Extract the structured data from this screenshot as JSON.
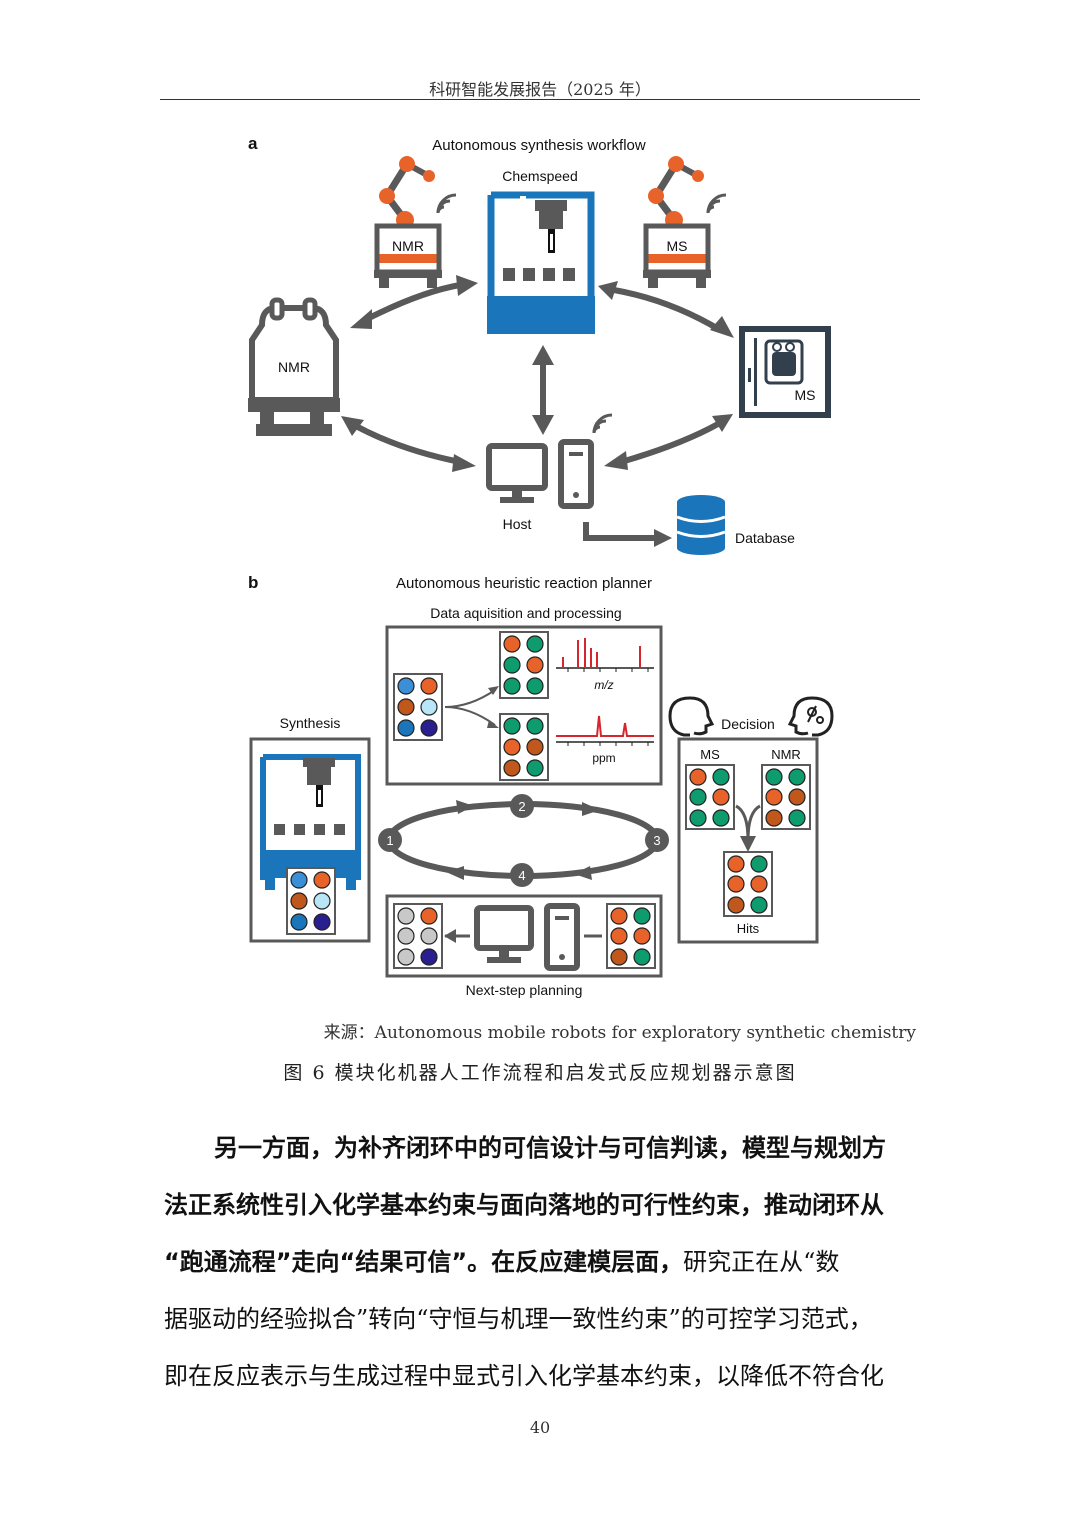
{
  "header": {
    "title": "科研智能发展报告（2025 年）"
  },
  "figure": {
    "panel_a": {
      "letter": "a",
      "title": "Autonomous synthesis workflow",
      "chemspeed": "Chemspeed",
      "nmr_robot": "NMR",
      "ms_robot": "MS",
      "nmr_instrument": "NMR",
      "ms_instrument": "MS",
      "host": "Host",
      "database": "Database"
    },
    "panel_b": {
      "letter": "b",
      "title": "Autonomous heuristic reaction planner",
      "data_title": "Data aquisition and processing",
      "mz": "m/z",
      "ppm": "ppm",
      "synthesis": "Synthesis",
      "decision": "Decision",
      "ms": "MS",
      "nmr": "NMR",
      "hits": "Hits",
      "next_step": "Next-step planning",
      "steps": [
        "1",
        "2",
        "3",
        "4"
      ]
    },
    "source": "来源：Autonomous mobile robots for exploratory synthetic chemistry",
    "caption": "图 6 模块化机器人工作流程和启发式反应规划器示意图"
  },
  "body": {
    "line1": "另一方面，为补齐闭环中的可信设计与可信判读，模型与规划方",
    "line2": "法正系统性引入化学基本约束与面向落地的可行性约束，推动闭环从",
    "line3_bold": "“跑通流程”走向“结果可信”。在反应建模层面，",
    "line3_rest": "研究正在从“数",
    "line4": "据驱动的经验拟合”转向“守恒与机理一致性约束”的可控学习范式，",
    "line5": "即在反应表示与生成过程中显式引入化学基本约束，以降低不符合化"
  },
  "page_number": "40",
  "colors": {
    "gray": "#595959",
    "blue": "#1b75bb",
    "orange": "#e8632a",
    "green": "#0e9c6f",
    "brown": "#c0571c",
    "light_blue": "#3a8fd6",
    "red": "#d4262c"
  }
}
